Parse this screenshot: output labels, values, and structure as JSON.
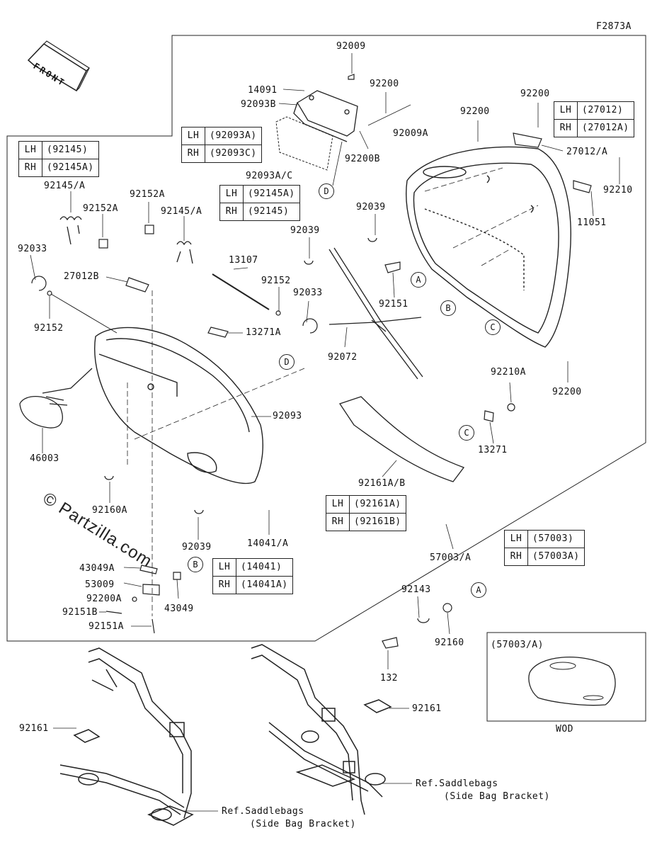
{
  "figure_id": "F2873A",
  "front_label": "FRONT",
  "watermark": "© Partzilla.com",
  "parts": {
    "p92009": "92009",
    "p14091": "14091",
    "p92093B": "92093B",
    "p92200_1": "92200",
    "p92009A": "92009A",
    "p92200B": "92200B",
    "p92200_2": "92200",
    "p92200_3": "92200",
    "p27012A": "27012/A",
    "p92210": "92210",
    "p11051": "11051",
    "p92093AC": "92093A/C",
    "p92145A_top": "92145/A",
    "p92152A_1": "92152A",
    "p92152A_2": "92152A",
    "p92145A_2": "92145/A",
    "p92039_1": "92039",
    "p92039_2": "92039",
    "p92033_1": "92033",
    "p13107": "13107",
    "p92152_1": "92152",
    "p92033_2": "92033",
    "p27012B": "27012B",
    "p92151": "92151",
    "p92152_2": "92152",
    "p13271A": "13271A",
    "p92072": "92072",
    "p92093": "92093",
    "p92210A": "92210A",
    "p92200_4": "92200",
    "p46003": "46003",
    "p13271": "13271",
    "p92161AB": "92161A/B",
    "p92160A": "92160A",
    "p92039_3": "92039",
    "p14041A": "14041/A",
    "p57003A": "57003/A",
    "p43049A": "43049A",
    "p53009": "53009",
    "p92200A": "92200A",
    "p92151B": "92151B",
    "p92151A": "92151A",
    "p43049": "43049",
    "p92143": "92143",
    "p92160": "92160",
    "p132": "132",
    "p92161_1": "92161",
    "p92161_2": "92161",
    "p57003A_box": "(57003/A)",
    "wod": "WOD",
    "ref1a": "Ref.Saddlebags",
    "ref1b": "(Side Bag Bracket)",
    "ref2a": "Ref.Saddlebags",
    "ref2b": "(Side Bag Bracket)"
  },
  "callouts": {
    "D1": "D",
    "A1": "A",
    "B1": "B",
    "C1": "C",
    "D2": "D",
    "C2": "C",
    "B2": "B",
    "A2": "A"
  },
  "tables": {
    "t92145": [
      {
        "side": "LH",
        "part": "(92145)"
      },
      {
        "side": "RH",
        "part": "(92145A)"
      }
    ],
    "t92093": [
      {
        "side": "LH",
        "part": "(92093A)"
      },
      {
        "side": "RH",
        "part": "(92093C)"
      }
    ],
    "t92145b": [
      {
        "side": "LH",
        "part": "(92145A)"
      },
      {
        "side": "RH",
        "part": "(92145)"
      }
    ],
    "t27012": [
      {
        "side": "LH",
        "part": "(27012)"
      },
      {
        "side": "RH",
        "part": "(27012A)"
      }
    ],
    "t92161": [
      {
        "side": "LH",
        "part": "(92161A)"
      },
      {
        "side": "RH",
        "part": "(92161B)"
      }
    ],
    "t57003": [
      {
        "side": "LH",
        "part": "(57003)"
      },
      {
        "side": "RH",
        "part": "(57003A)"
      }
    ],
    "t14041": [
      {
        "side": "LH",
        "part": "(14041)"
      },
      {
        "side": "RH",
        "part": "(14041A)"
      }
    ]
  }
}
